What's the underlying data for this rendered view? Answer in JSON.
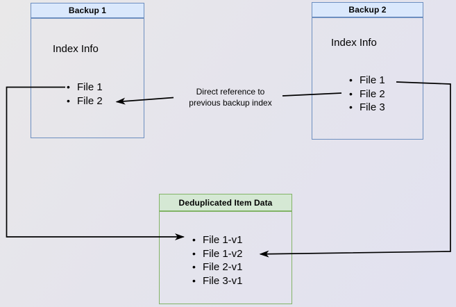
{
  "backup1": {
    "title": "Backup 1",
    "body_label": "Index Info",
    "files": [
      "File 1",
      "File 2"
    ]
  },
  "backup2": {
    "title": "Backup 2",
    "body_label": "Index Info",
    "files": [
      "File 1",
      "File 2",
      "File 3"
    ]
  },
  "dedup": {
    "title": "Deduplicated Item Data",
    "files": [
      "File 1-v1",
      "File 1-v2",
      "File 2-v1",
      "File 3-v1"
    ]
  },
  "connector_label": {
    "line1": "Direct reference to",
    "line2": "previous backup index"
  },
  "colors": {
    "blue_fill": "#dae8fc",
    "blue_border": "#6c8ebf",
    "green_fill": "#d5e8d4",
    "green_border": "#82b366",
    "line_color": "#000000"
  }
}
